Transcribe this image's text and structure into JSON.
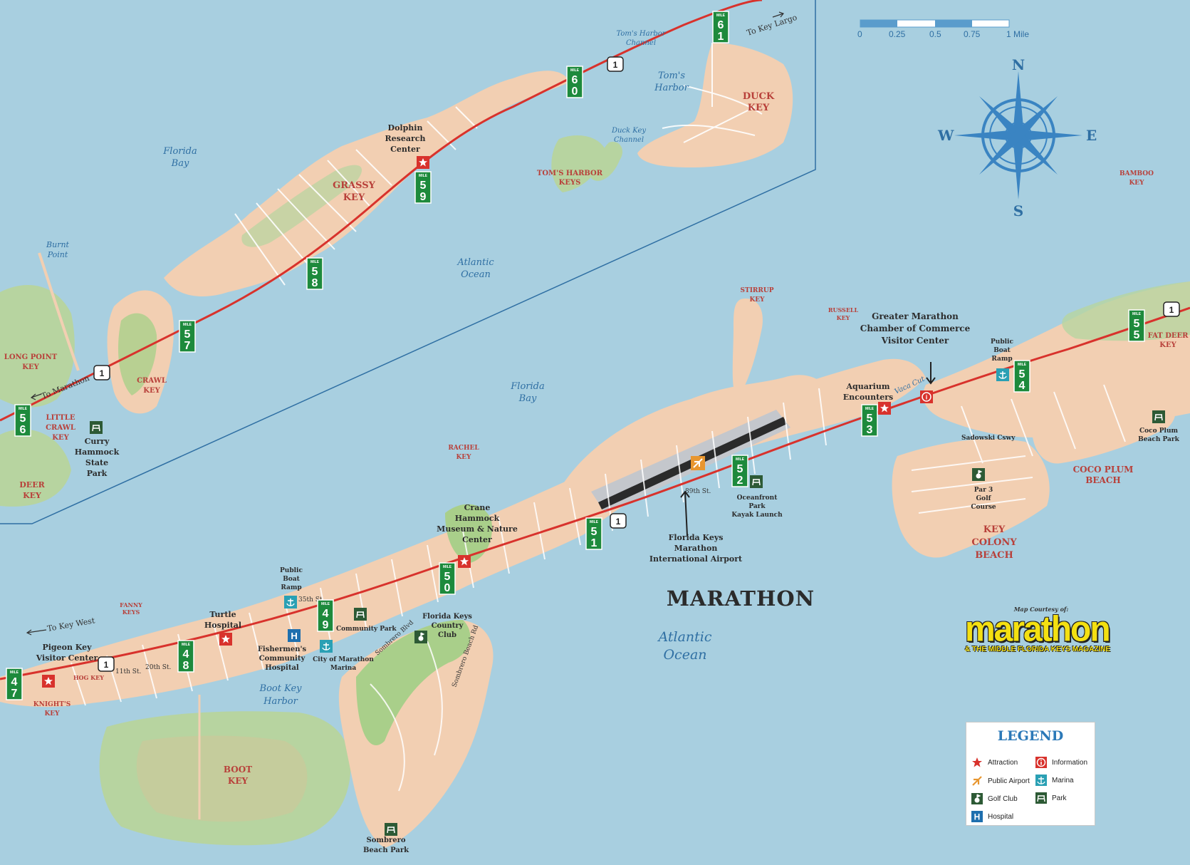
{
  "colors": {
    "water": "#a8cfe0",
    "land": "#f2cfb2",
    "road": "#d8322c",
    "mile_marker": "#1d8a3c",
    "park": "#a9cf8a",
    "legend_title": "#2c79b8",
    "key_label": "#b8403a",
    "water_label": "#2f6fa3"
  },
  "scale": {
    "labels": [
      "0",
      "0.25",
      "0.5",
      "0.75",
      "1 Mile"
    ]
  },
  "compass": {
    "n": "N",
    "s": "S",
    "e": "E",
    "w": "W"
  },
  "title": "MARATHON",
  "water_labels": {
    "florida_bay_1": [
      "Florida",
      "Bay"
    ],
    "florida_bay_2": [
      "Florida",
      "Bay"
    ],
    "atlantic_1": [
      "Atlantic",
      "Ocean"
    ],
    "atlantic_2": [
      "Atlantic",
      "Ocean"
    ],
    "toms_harbor_channel": [
      "Tom's Harbor",
      "Channel"
    ],
    "toms_harbor": [
      "Tom's",
      "Harbor"
    ],
    "duck_key_channel": [
      "Duck Key",
      "Channel"
    ],
    "burnt_point": [
      "Burnt",
      "Point"
    ],
    "boot_key_harbor": [
      "Boot Key",
      "Harbor"
    ],
    "vaca_cut": "Vaca Cut"
  },
  "key_labels": {
    "duck_key": [
      "DUCK",
      "KEY"
    ],
    "toms_harbor_keys": [
      "TOM'S HARBOR",
      "KEYS"
    ],
    "grassy_key": [
      "GRASSY",
      "KEY"
    ],
    "long_point_key": [
      "LONG POINT",
      "KEY"
    ],
    "crawl_key": [
      "CRAWL",
      "KEY"
    ],
    "little_crawl_key": [
      "LITTLE",
      "CRAWL",
      "KEY"
    ],
    "deer_key": [
      "DEER",
      "KEY"
    ],
    "bamboo_key": [
      "BAMBOO",
      "KEY"
    ],
    "stirrup_key": [
      "STIRRUP",
      "KEY"
    ],
    "russell_key": [
      "RUSSELL",
      "KEY"
    ],
    "fat_deer_key": [
      "FAT DEER",
      "KEY"
    ],
    "rachel_key": [
      "RACHEL",
      "KEY"
    ],
    "coco_plum_beach": [
      "COCO PLUM",
      "BEACH"
    ],
    "key_colony_beach": [
      "KEY",
      "COLONY",
      "BEACH"
    ],
    "fanny_keys": [
      "FANNY",
      "KEYS"
    ],
    "hog_key": "HOG KEY",
    "knights_key": [
      "KNIGHT'S",
      "KEY"
    ],
    "boot_key": [
      "BOOT",
      "KEY"
    ]
  },
  "poi_labels": {
    "dolphin": [
      "Dolphin",
      "Research",
      "Center"
    ],
    "curry": [
      "Curry",
      "Hammock",
      "State",
      "Park"
    ],
    "chamber": [
      "Greater Marathon",
      "Chamber of Commerce",
      "Visitor Center"
    ],
    "public_boat_ramp_1": [
      "Public",
      "Boat",
      "Ramp"
    ],
    "public_boat_ramp_2": [
      "Public",
      "Boat",
      "Ramp"
    ],
    "aquarium": [
      "Aquarium",
      "Encounters"
    ],
    "sadowski": "Sadowski Cswy",
    "coco_plum_park": [
      "Coco Plum",
      "Beach Park"
    ],
    "par3": [
      "Par 3",
      "Golf",
      "Course"
    ],
    "oceanfront": [
      "Oceanfront",
      "Park",
      "Kayak Launch"
    ],
    "airport": [
      "Florida Keys",
      "Marathon",
      "International Airport"
    ],
    "crane": [
      "Crane",
      "Hammock",
      "Museum & Nature",
      "Center"
    ],
    "turtle": [
      "Turtle",
      "Hospital"
    ],
    "fishermens": [
      "Fishermen's",
      "Community",
      "Hospital"
    ],
    "city_marina": [
      "City of Marathon",
      "Marina"
    ],
    "community_park": "Community Park",
    "country_club": [
      "Florida Keys",
      "Country",
      "Club"
    ],
    "pigeon": [
      "Pigeon Key",
      "Visitor Center"
    ],
    "sombrero_park": [
      "Sombrero",
      "Beach Park"
    ]
  },
  "streets": {
    "st89": "89th St.",
    "st35": "35th St.",
    "st20": "20th St.",
    "st11": "11th St.",
    "sombrero_blvd": "Sombrero Blvd",
    "sombrero_beach_rd": "Sombrero Beach Rd",
    "to_key_largo": "To Key Largo",
    "to_marathon": "To Marathon",
    "to_key_west": "To Key West"
  },
  "mile_markers": [
    {
      "cap": "MILE",
      "num": "61"
    },
    {
      "cap": "MILE",
      "num": "60"
    },
    {
      "cap": "MILE",
      "num": "59"
    },
    {
      "cap": "MILE",
      "num": "58"
    },
    {
      "cap": "MILE",
      "num": "57"
    },
    {
      "cap": "MILE",
      "num": "56"
    },
    {
      "cap": "MILE",
      "num": "55"
    },
    {
      "cap": "MILE",
      "num": "54"
    },
    {
      "cap": "MILE",
      "num": "53"
    },
    {
      "cap": "MILE",
      "num": "52"
    },
    {
      "cap": "MILE",
      "num": "51"
    },
    {
      "cap": "MILE",
      "num": "50"
    },
    {
      "cap": "MILE",
      "num": "49"
    },
    {
      "cap": "MILE",
      "num": "48"
    },
    {
      "cap": "MILE",
      "num": "47"
    }
  ],
  "route_shield": "1",
  "brand": {
    "courtesy": "Map Courtesy of:",
    "logo": "marathon",
    "subtitle": "& THE MIDDLE FLORIDA KEYS MAGAZINE"
  },
  "legend": {
    "title": "LEGEND",
    "items": [
      "Attraction",
      "Information",
      "Public Airport",
      "Marina",
      "Golf Club",
      "Park",
      "Hospital"
    ]
  }
}
